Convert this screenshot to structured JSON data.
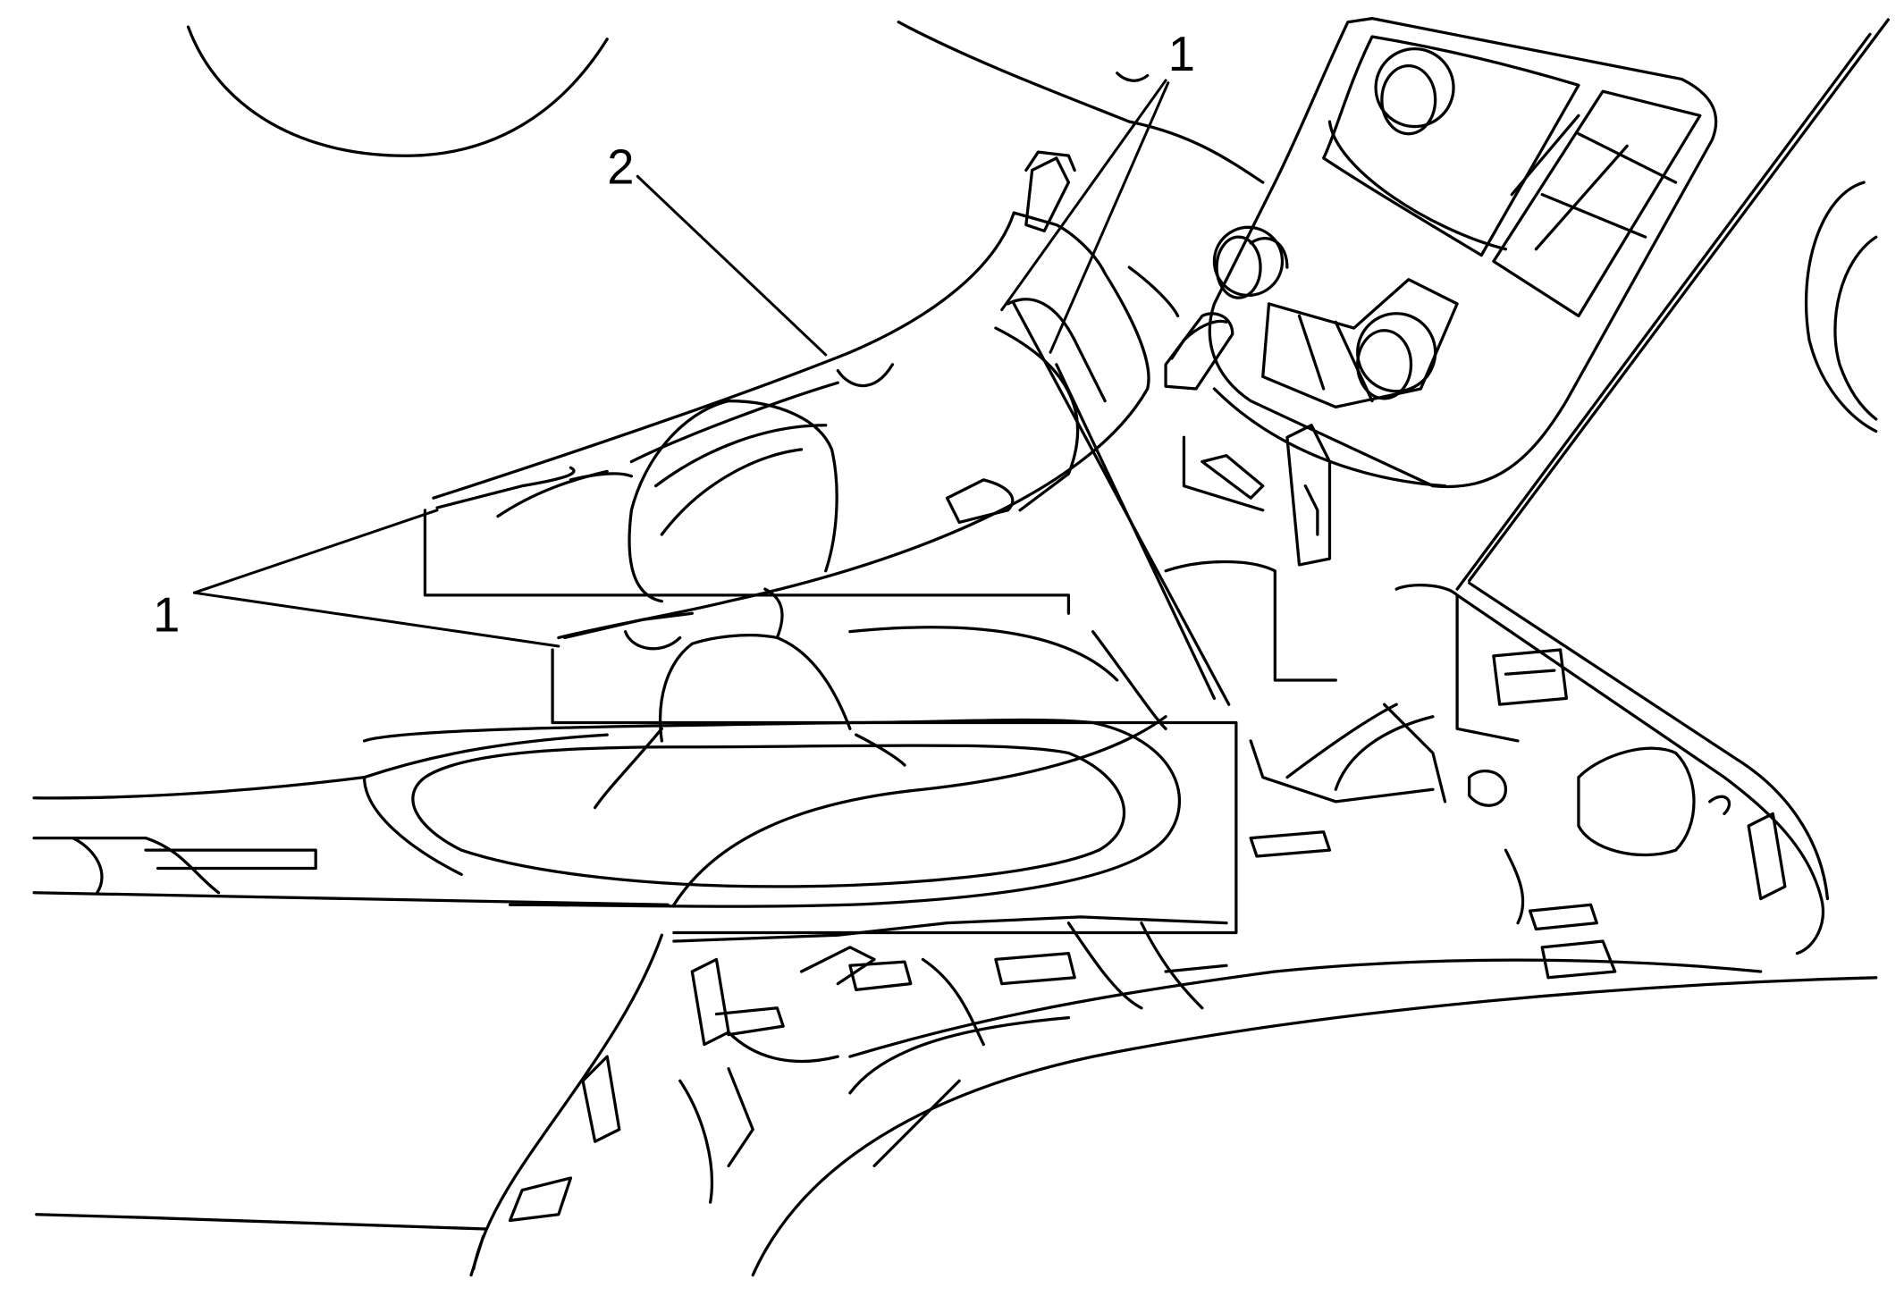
{
  "callouts": {
    "top_right": "1",
    "top_left": "2",
    "left": "1"
  }
}
